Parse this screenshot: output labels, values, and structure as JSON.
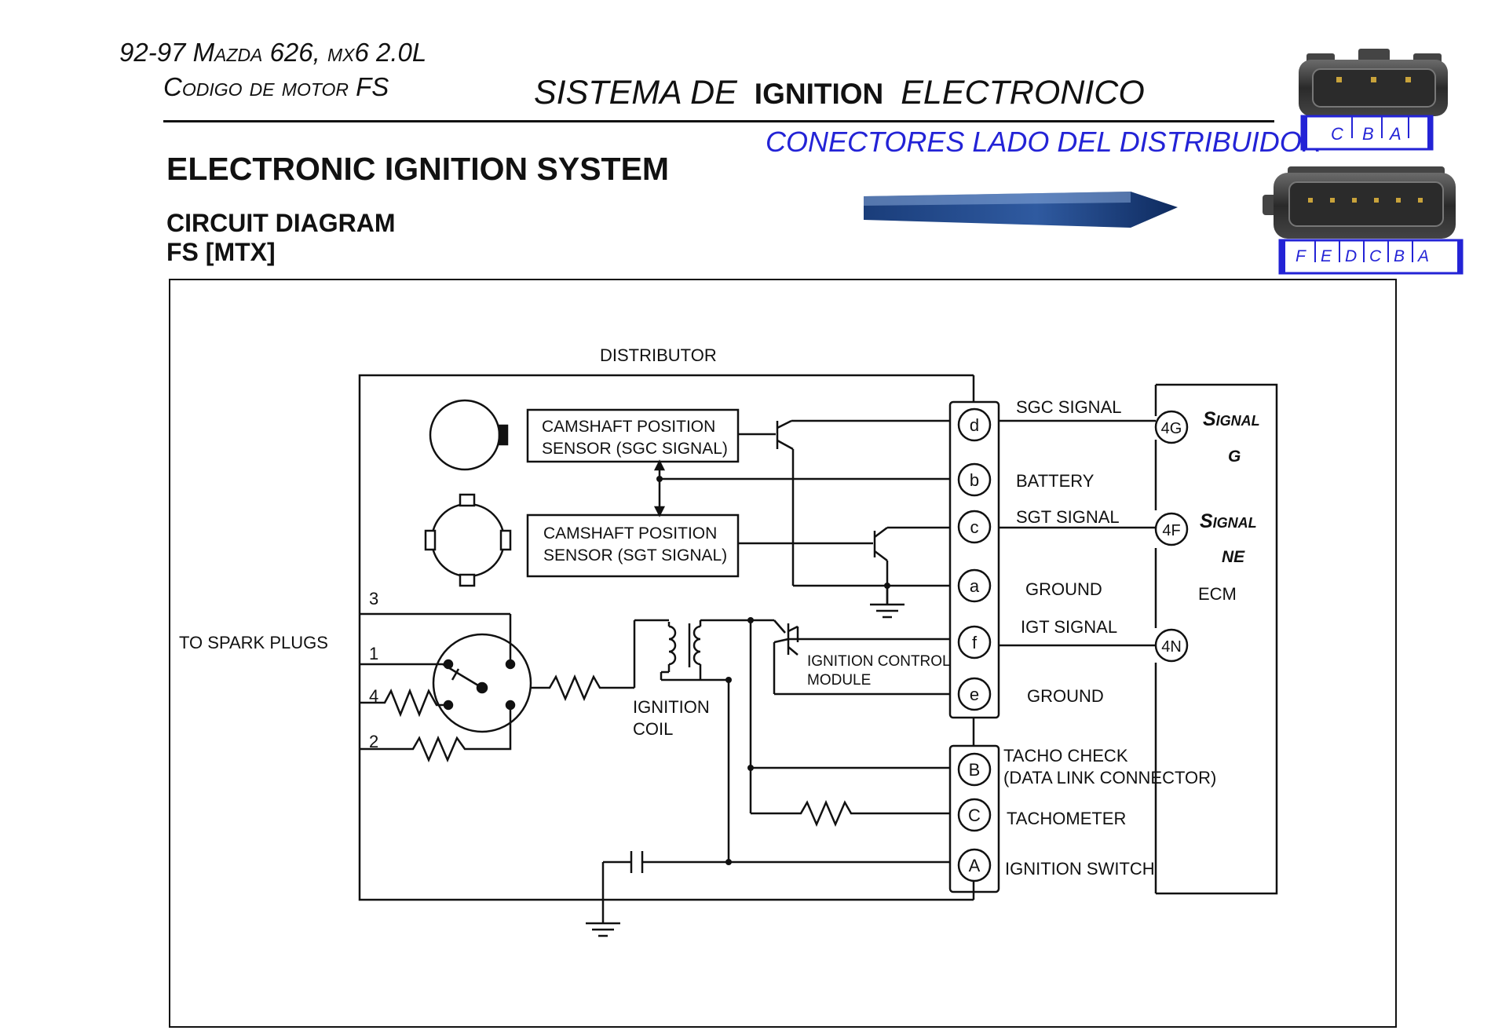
{
  "header": {
    "model_line": "92-97 Mazda 626, mx6 2.0L",
    "engine_line": "Codigo de motor FS",
    "title_left": "SISTEMA DE",
    "title_mid": "IGNITION",
    "title_right": "ELECTRONICO",
    "connectors_label": "CONECTORES LADO DEL DISTRIBUIDOR"
  },
  "connector_3pin": {
    "pins": [
      "C",
      "B",
      "A"
    ]
  },
  "connector_6pin": {
    "pins": [
      "F",
      "E",
      "D",
      "C",
      "B",
      "A"
    ]
  },
  "titles": {
    "system": "ELECTRONIC IGNITION SYSTEM",
    "diagram": "CIRCUIT DIAGRAM",
    "variant": "FS [MTX]"
  },
  "diagram": {
    "distributor": "DISTRIBUTOR",
    "sensor_sgc_l1": "CAMSHAFT POSITION",
    "sensor_sgc_l2": "SENSOR (SGC SIGNAL)",
    "sensor_sgt_l1": "CAMSHAFT POSITION",
    "sensor_sgt_l2": "SENSOR (SGT SIGNAL)",
    "to_spark_plugs": "TO SPARK PLUGS",
    "plug_numbers": [
      "3",
      "1",
      "4",
      "2"
    ],
    "ignition_coil_l1": "IGNITION",
    "ignition_coil_l2": "COIL",
    "icm_l1": "IGNITION CONTROL",
    "icm_l2": "MODULE",
    "terminals_lower": [
      "d",
      "b",
      "c",
      "a",
      "f",
      "e"
    ],
    "terminals_upper": [
      "B",
      "C",
      "A"
    ],
    "signal_labels": {
      "sgc": "SGC SIGNAL",
      "battery": "BATTERY",
      "sgt": "SGT SIGNAL",
      "ground1": "GROUND",
      "igt": "IGT SIGNAL",
      "ground2": "GROUND",
      "tacho_check_l1": "TACHO CHECK",
      "tacho_check_l2": "(DATA LINK CONNECTOR)",
      "tachometer": "TACHOMETER",
      "ignition_switch": "IGNITION SWITCH"
    },
    "ecm_pins": [
      "4G",
      "4F",
      "4N"
    ],
    "ecm_label": "ECM",
    "ecm_signal_g_l1": "Signal",
    "ecm_signal_g_l2": "G",
    "ecm_signal_ne_l1": "Signal",
    "ecm_signal_ne_l2": "NE"
  }
}
